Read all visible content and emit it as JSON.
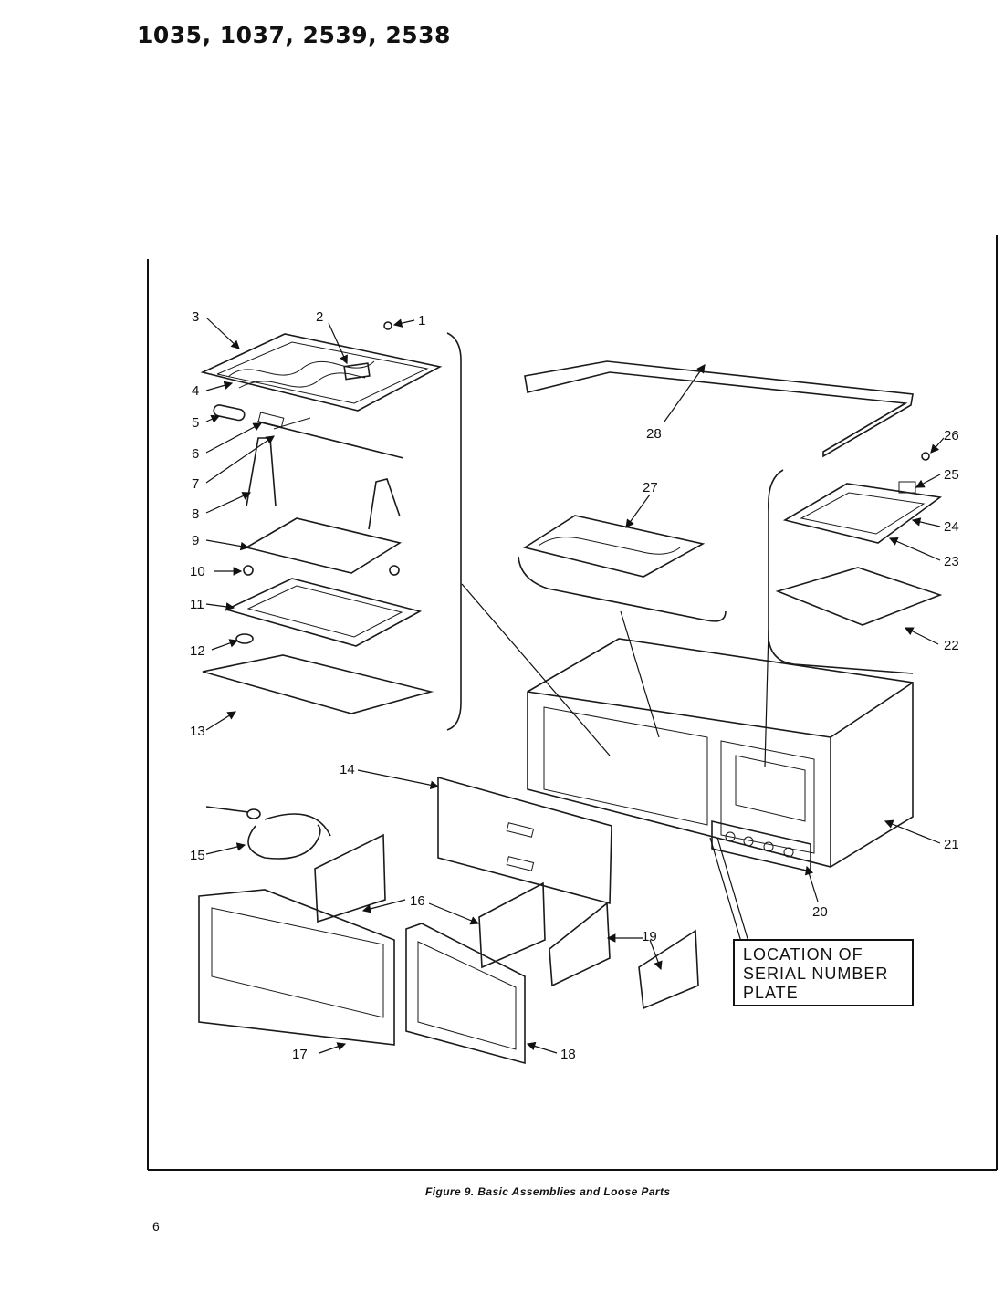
{
  "header": {
    "models": "1035, 1037, 2539, 2538"
  },
  "figure": {
    "caption": "Figure 9.  Basic Assemblies and Loose Parts",
    "serial_plate_label": [
      "LOCATION OF",
      "SERIAL NUMBER",
      "PLATE"
    ]
  },
  "callouts": [
    "1",
    "2",
    "3",
    "4",
    "5",
    "6",
    "7",
    "8",
    "9",
    "10",
    "11",
    "12",
    "13",
    "14",
    "15",
    "16",
    "17",
    "18",
    "19",
    "20",
    "21",
    "22",
    "23",
    "24",
    "25",
    "26",
    "27",
    "28"
  ],
  "page_number": "6"
}
